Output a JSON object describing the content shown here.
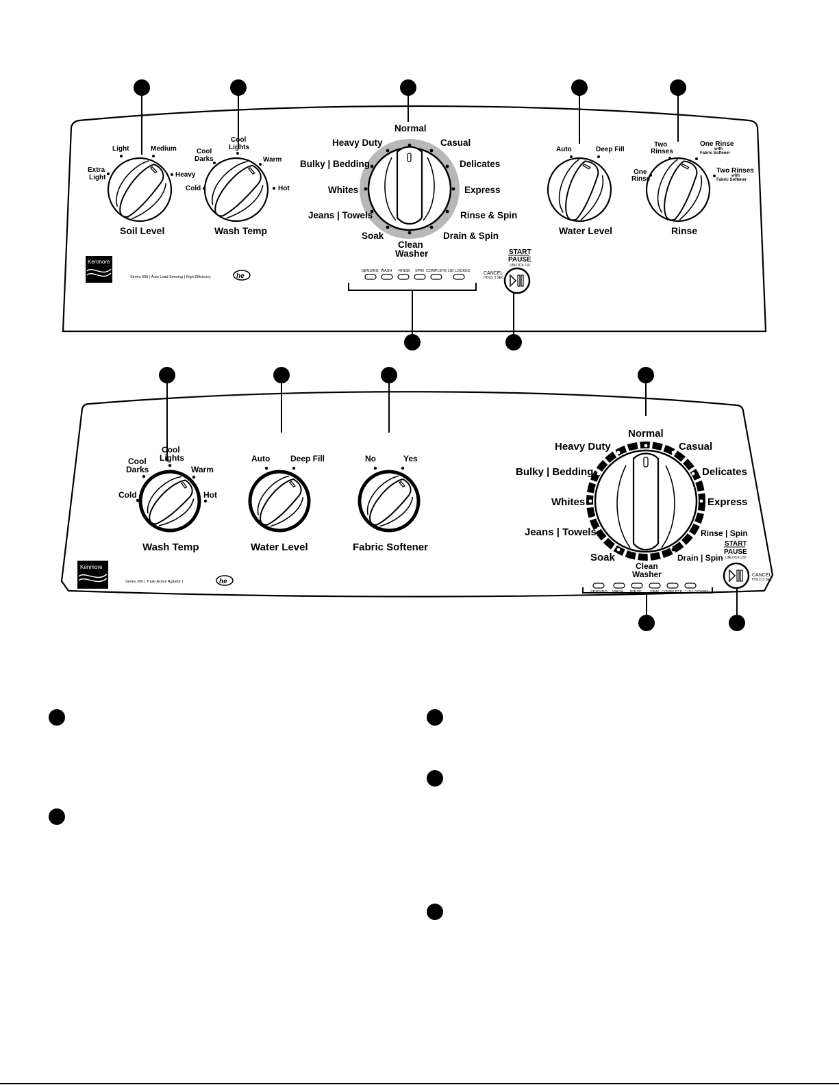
{
  "panel_top": {
    "soil_level": {
      "title": "Soil Level",
      "options": {
        "extra_light_1": "Extra",
        "extra_light_2": "Light",
        "light": "Light",
        "medium": "Medium",
        "heavy": "Heavy"
      }
    },
    "wash_temp": {
      "title": "Wash Temp",
      "options": {
        "cool_darks_1": "Cool",
        "cool_darks_2": "Darks",
        "cool_lights_1": "Cool",
        "cool_lights_2": "Lights",
        "warm": "Warm",
        "cold": "Cold",
        "hot": "Hot"
      }
    },
    "cycle": {
      "options": {
        "normal": "Normal",
        "heavy_duty": "Heavy Duty",
        "casual": "Casual",
        "bulky_bedding": "Bulky | Bedding",
        "delicates": "Delicates",
        "whites": "Whites",
        "express": "Express",
        "jeans_towels": "Jeans | Towels",
        "rinse_spin": "Rinse & Spin",
        "soak": "Soak",
        "drain_spin": "Drain & Spin",
        "clean_washer_1": "Clean",
        "clean_washer_2": "Washer"
      }
    },
    "water_level": {
      "title": "Water Level",
      "options": {
        "auto": "Auto",
        "deep_fill": "Deep Fill"
      }
    },
    "rinse": {
      "title": "Rinse",
      "options": {
        "two_rinses_1": "Two",
        "two_rinses_2": "Rinses",
        "one_rinse_1": "One",
        "one_rinse_2": "Rinse",
        "one_rinse_fs_1": "One Rinse",
        "one_rinse_fs_2": "with",
        "one_rinse_fs_3": "Fabric Softener",
        "two_rinses_fs_1": "Two Rinses",
        "two_rinses_fs_2": "with",
        "two_rinses_fs_3": "Fabric Softener"
      }
    },
    "status_lights": [
      "SENSING",
      "WASH",
      "RINSE",
      "SPIN",
      "COMPLETE",
      "LID LOCKED"
    ],
    "start_pause": {
      "start": "START",
      "pause": "PAUSE",
      "unlock": "UNLOCK LID",
      "cancel": "CANCEL",
      "hold": "HOLD 3 SEC"
    },
    "brand": "Kenmore",
    "series_line": "Series 500  |  Auto Load Sensing  |  High Efficiency",
    "he_logo": "he"
  },
  "panel_bottom": {
    "wash_temp": {
      "title": "Wash Temp",
      "options": {
        "cool_darks_1": "Cool",
        "cool_darks_2": "Darks",
        "cool_lights_1": "Cool",
        "cool_lights_2": "Lights",
        "warm": "Warm",
        "cold": "Cold",
        "hot": "Hot"
      }
    },
    "water_level": {
      "title": "Water Level",
      "options": {
        "auto": "Auto",
        "deep_fill": "Deep Fill"
      }
    },
    "fabric_softener": {
      "title": "Fabric Softener",
      "options": {
        "no": "No",
        "yes": "Yes"
      }
    },
    "cycle": {
      "options": {
        "normal": "Normal",
        "heavy_duty": "Heavy Duty",
        "casual": "Casual",
        "bulky_bedding": "Bulky | Bedding",
        "delicates": "Delicates",
        "whites": "Whites",
        "express": "Express",
        "jeans_towels": "Jeans | Towels",
        "rinse_spin": "Rinse | Spin",
        "soak": "Soak",
        "drain_spin": "Drain | Spin",
        "clean_washer_1": "Clean",
        "clean_washer_2": "Washer"
      }
    },
    "status_lights": [
      "SENSING",
      "WASH",
      "RINSE",
      "SPIN",
      "COMPLETE",
      "LID LOCKED"
    ],
    "start_pause": {
      "start": "START",
      "pause": "PAUSE",
      "unlock": "UNLOCK LID",
      "cancel": "CANCEL",
      "hold": "HOLD 3 SEC"
    },
    "brand": "Kenmore",
    "series_line": "Series 200  |  Triple Action Agitator  |",
    "he_logo": "he"
  },
  "colors": {
    "ink": "#000000",
    "ring_gray": "#b8b8b8",
    "paper": "#ffffff"
  }
}
